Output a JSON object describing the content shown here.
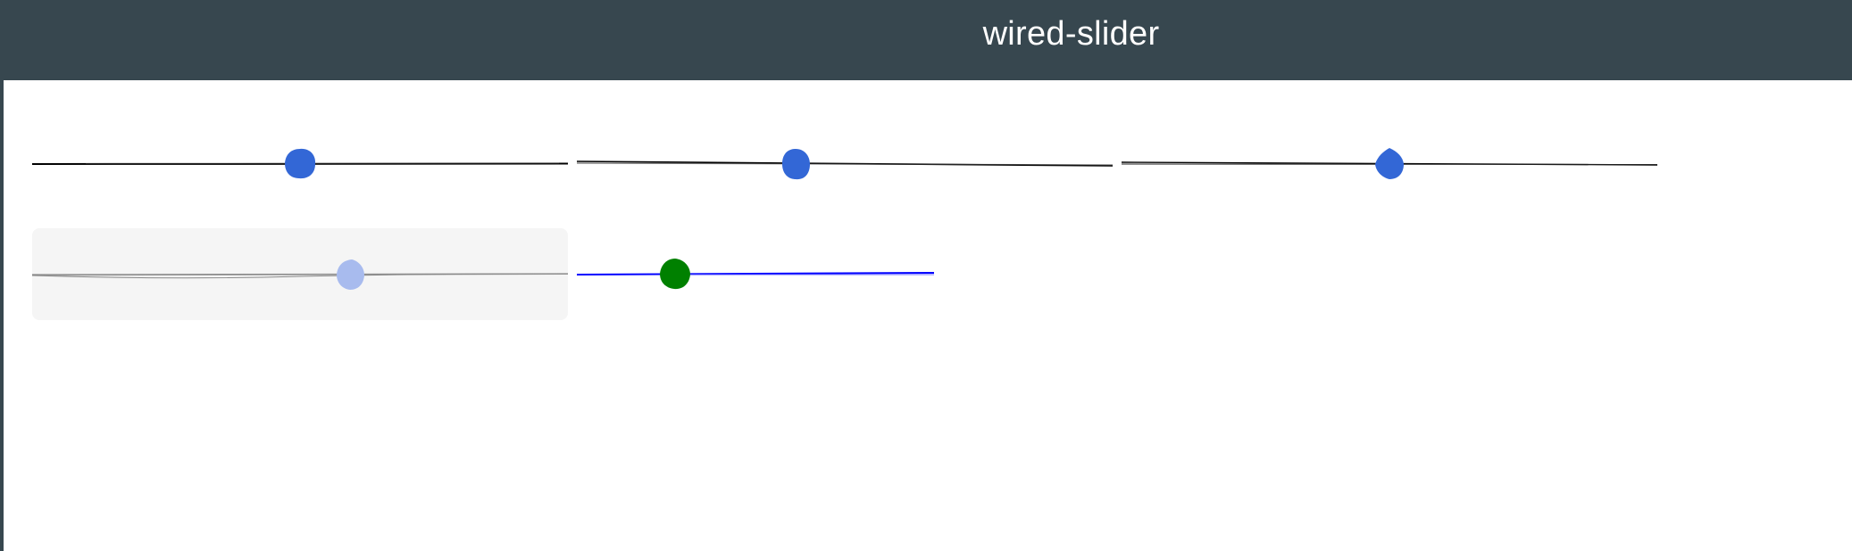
{
  "header": {
    "title": "wired-slider",
    "background": "#37474f",
    "text_color": "#ffffff"
  },
  "sliders": [
    {
      "id": "default",
      "value": 50,
      "min": 0,
      "max": 100,
      "disabled": false,
      "track_color": "#000000",
      "knob_color": "#3367d6"
    },
    {
      "id": "value-41",
      "value": 41,
      "min": 0,
      "max": 100,
      "disabled": false,
      "track_color": "#000000",
      "knob_color": "#3367d6"
    },
    {
      "id": "value-50",
      "value": 50,
      "min": 0,
      "max": 100,
      "disabled": false,
      "track_color": "#000000",
      "knob_color": "#3367d6"
    },
    {
      "id": "disabled",
      "value": 59,
      "min": 0,
      "max": 100,
      "disabled": true,
      "track_color": "#808080",
      "knob_color": "#a8bbee",
      "background": "#f5f5f5"
    },
    {
      "id": "custom-colors",
      "value": 27,
      "min": 0,
      "max": 100,
      "disabled": false,
      "track_color": "#0000ff",
      "knob_color": "#008000"
    }
  ]
}
